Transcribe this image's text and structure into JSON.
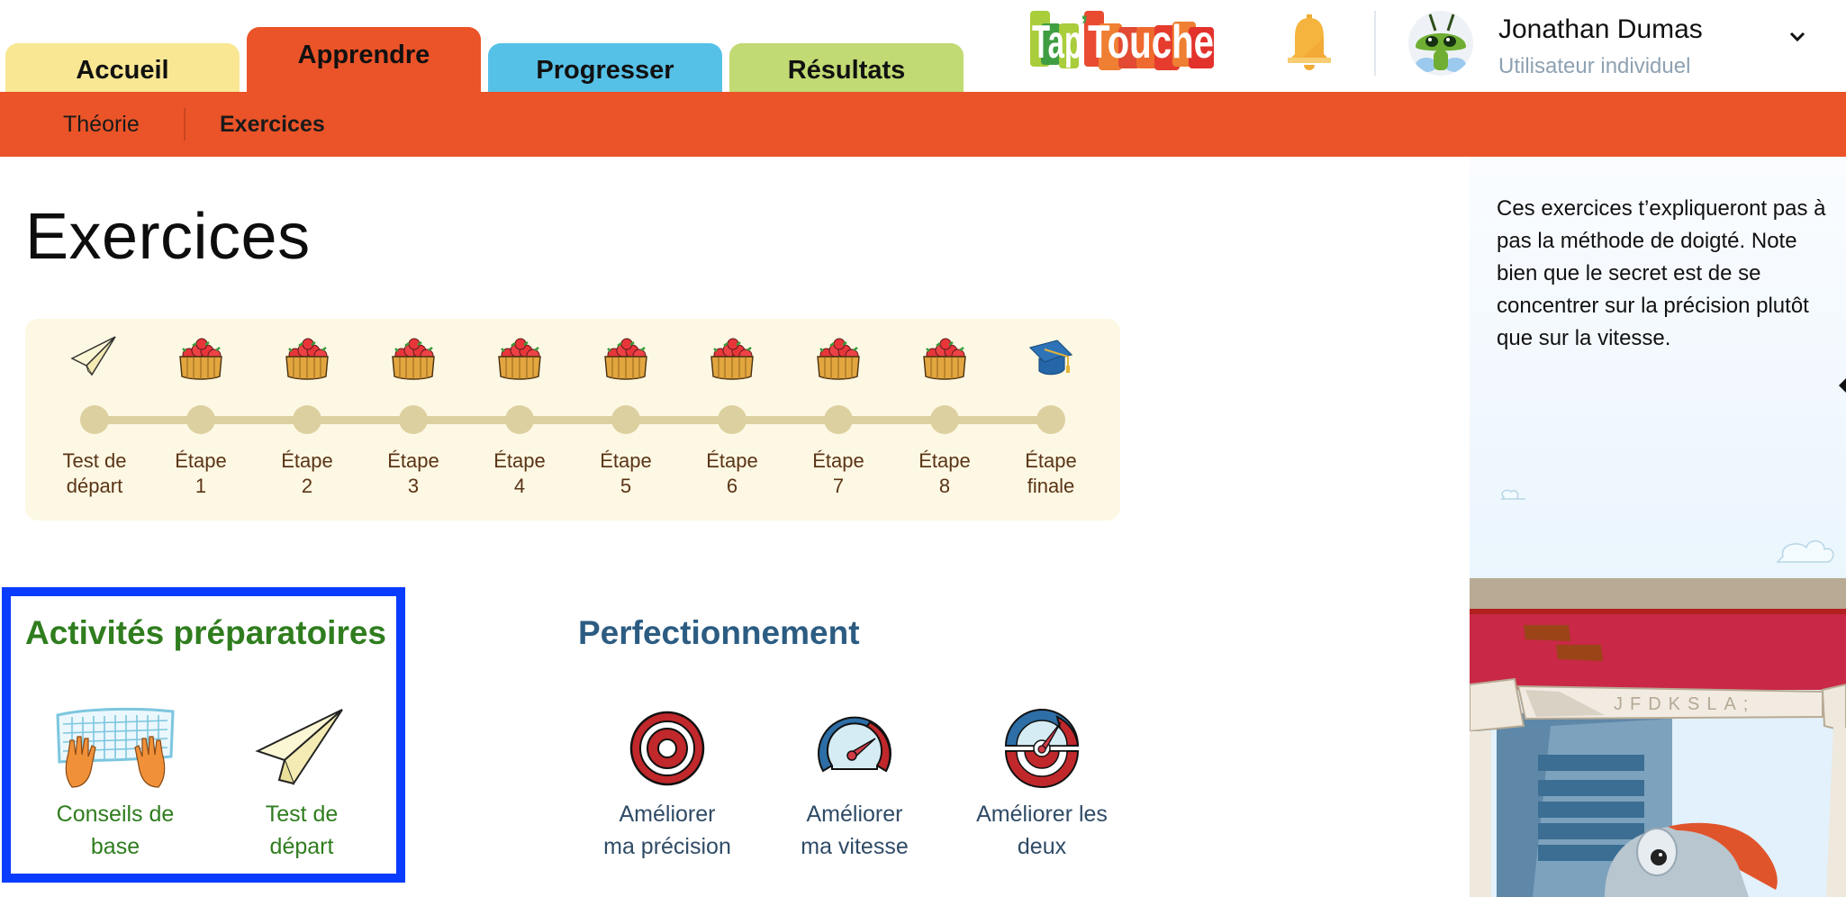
{
  "header": {
    "tabs": [
      {
        "id": "accueil",
        "label": "Accueil",
        "color": "#f9e794",
        "active": false
      },
      {
        "id": "apprendre",
        "label": "Apprendre",
        "color": "#ea5428",
        "active": true
      },
      {
        "id": "progresser",
        "label": "Progresser",
        "color": "#56c1e7",
        "active": false
      },
      {
        "id": "resultats",
        "label": "Résultats",
        "color": "#c1da73",
        "active": false
      }
    ],
    "logo": {
      "part1": "Tap",
      "apostrophe": "’",
      "part2": "Touche"
    },
    "notifications_icon": "bell-icon",
    "user": {
      "name": "Jonathan Dumas",
      "role": "Utilisateur individuel",
      "avatar_icon": "green-bug-avatar",
      "menu_icon": "chevron-down-icon"
    }
  },
  "subnav": {
    "items": [
      {
        "label": "Théorie",
        "active": false
      },
      {
        "label": "Exercices",
        "active": true
      }
    ],
    "color": "#ea5428"
  },
  "main": {
    "title": "Exercices",
    "progress_track": {
      "steps": [
        {
          "label_line1": "Test de",
          "label_line2": "départ",
          "icon": "paper-plane-icon"
        },
        {
          "label_line1": "Étape",
          "label_line2": "1",
          "icon": "apple-basket-icon"
        },
        {
          "label_line1": "Étape",
          "label_line2": "2",
          "icon": "apple-basket-icon"
        },
        {
          "label_line1": "Étape",
          "label_line2": "3",
          "icon": "apple-basket-icon"
        },
        {
          "label_line1": "Étape",
          "label_line2": "4",
          "icon": "apple-basket-icon"
        },
        {
          "label_line1": "Étape",
          "label_line2": "5",
          "icon": "apple-basket-icon"
        },
        {
          "label_line1": "Étape",
          "label_line2": "6",
          "icon": "apple-basket-icon"
        },
        {
          "label_line1": "Étape",
          "label_line2": "7",
          "icon": "apple-basket-icon"
        },
        {
          "label_line1": "Étape",
          "label_line2": "8",
          "icon": "apple-basket-icon"
        },
        {
          "label_line1": "Étape",
          "label_line2": "finale",
          "icon": "graduation-cap-icon"
        }
      ]
    },
    "preparatory": {
      "title": "Activités préparatoires",
      "highlight_color": "#0a3cff",
      "items": [
        {
          "label_line1": "Conseils de",
          "label_line2": "base",
          "icon": "keyboard-hands-icon"
        },
        {
          "label_line1": "Test de",
          "label_line2": "départ",
          "icon": "paper-plane-icon"
        }
      ]
    },
    "improvement": {
      "title": "Perfectionnement",
      "items": [
        {
          "label_line1": "Améliorer",
          "label_line2": "ma précision",
          "icon": "target-icon"
        },
        {
          "label_line1": "Améliorer",
          "label_line2": "ma vitesse",
          "icon": "speedometer-icon"
        },
        {
          "label_line1": "Améliorer les",
          "label_line2": "deux",
          "icon": "target-speedometer-icon"
        }
      ]
    }
  },
  "sidebar": {
    "description": "Ces exercices t’expliqueront pas à pas la méthode de doigté. Note bien que le secret est de se concentrer sur la précision plutôt que sur la vitesse.",
    "illustration": {
      "sign_text": "JFDKSLA;"
    }
  }
}
